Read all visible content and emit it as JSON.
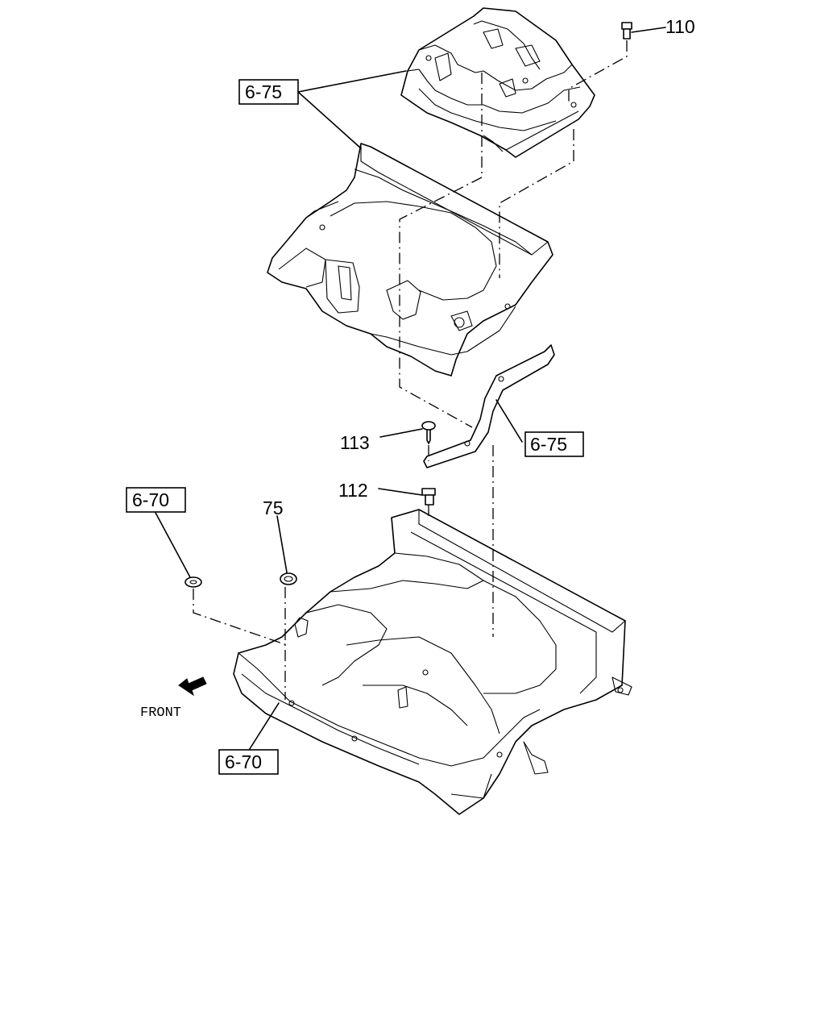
{
  "callouts": {
    "ref_6_75_top": "6-75",
    "ref_6_75_bottom": "6-75",
    "ref_6_70_left": "6-70",
    "ref_6_70_bottom": "6-70",
    "part_110": "110",
    "part_113": "113",
    "part_112": "112",
    "part_75": "75"
  },
  "direction_label": "FRONT"
}
